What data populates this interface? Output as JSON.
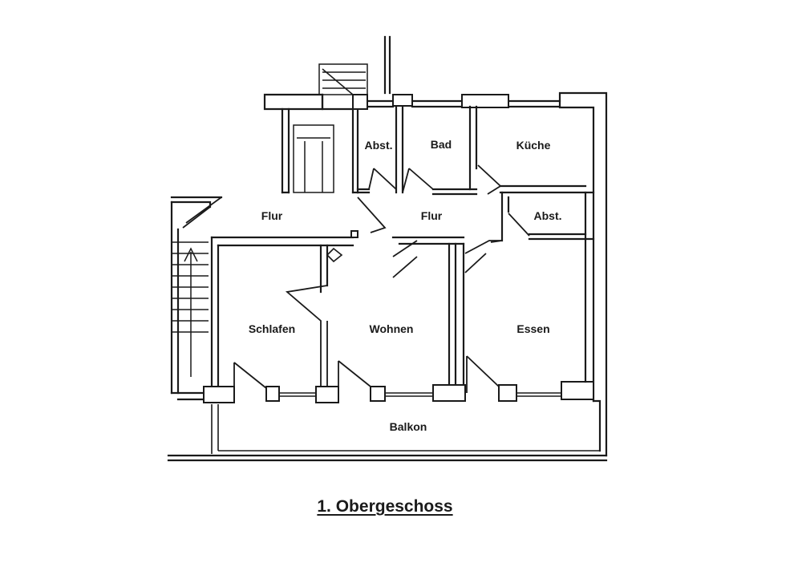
{
  "plan": {
    "title": "1. Obergeschoss",
    "rooms": {
      "abst_upper": "Abst.",
      "bad": "Bad",
      "kueche": "Küche",
      "flur_left": "Flur",
      "flur_center": "Flur",
      "abst_right": "Abst.",
      "schlafen": "Schlafen",
      "wohnen": "Wohnen",
      "essen": "Essen",
      "balkon": "Balkon"
    }
  }
}
